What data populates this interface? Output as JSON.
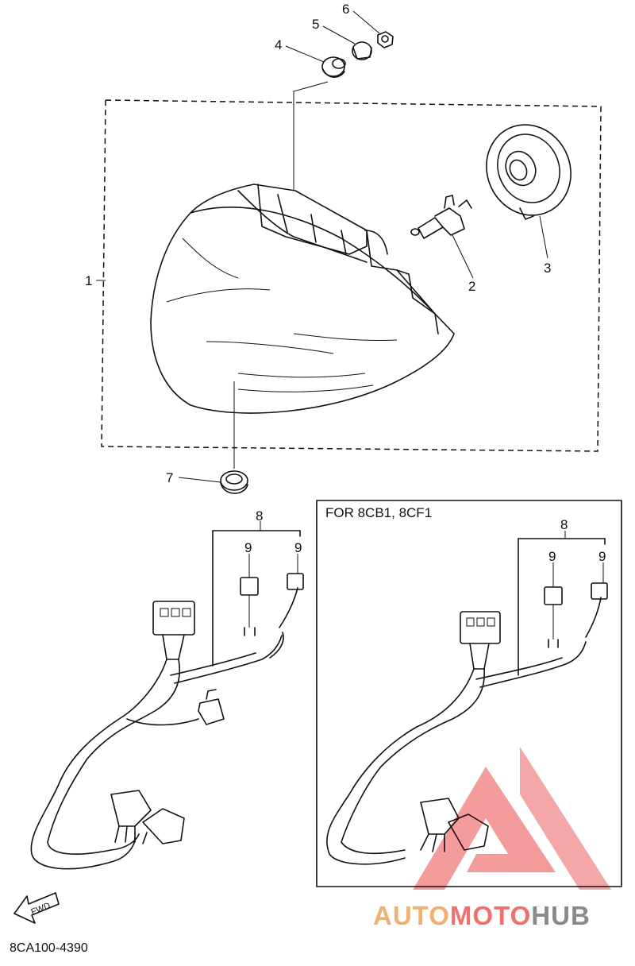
{
  "callouts": {
    "c1": "1",
    "c2": "2",
    "c3": "3",
    "c4": "4",
    "c5": "5",
    "c6": "6",
    "c7": "7",
    "c8_left": "8",
    "c9_left_a": "9",
    "c9_left_b": "9",
    "c8_right": "8",
    "c9_right_a": "9",
    "c9_right_b": "9"
  },
  "inset_title": "FOR 8CB1, 8CF1",
  "fwd_label": "FWD",
  "diagram_code": "8CA100-4390",
  "watermark": {
    "part_a": "AUTO",
    "part_b": "MOTO",
    "part_c": "HUB",
    "color_a": "#f0b070",
    "color_b": "#f07070",
    "color_c": "#8a8a8a",
    "logo_color": "#f06a6a"
  }
}
